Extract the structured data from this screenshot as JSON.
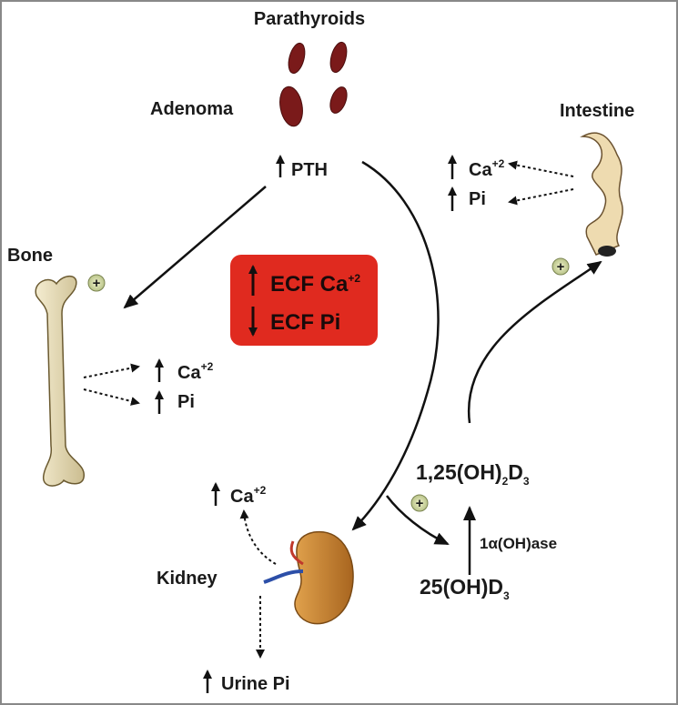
{
  "title": "Parathyroids",
  "adenoma": "Adenoma",
  "pth": "PTH",
  "intestine": {
    "label": "Intestine",
    "ca": "Ca",
    "ca_sup": "+2",
    "pi": "Pi"
  },
  "bone": {
    "label": "Bone",
    "ca": "Ca",
    "ca_sup": "+2",
    "pi": "Pi"
  },
  "ecf": {
    "line1": "ECF Ca",
    "line1_sup": "+2",
    "line2": "ECF Pi",
    "color": "#e02a1f"
  },
  "vitd": {
    "active_a": "1,25(OH)",
    "active_sub": "2",
    "active_b": "D",
    "active_sub2": "3",
    "enzyme": "1α(OH)ase",
    "precursor_a": "25(OH)D",
    "precursor_sub": "3"
  },
  "kidney": {
    "label": "Kidney",
    "ca": "Ca",
    "ca_sup": "+2",
    "urine": "Urine Pi"
  },
  "plus": "+"
}
